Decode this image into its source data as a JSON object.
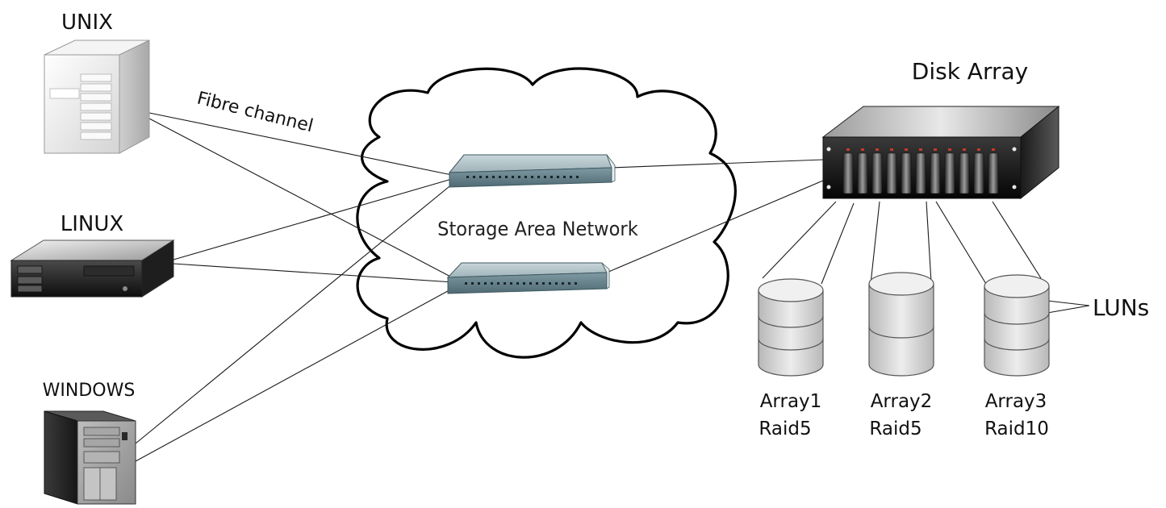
{
  "hosts": {
    "unix_label": "UNIX",
    "linux_label": "LINUX",
    "windows_label": "WINDOWS"
  },
  "connection_label": "Fibre channel",
  "network_label": "Storage Area Network",
  "storage": {
    "title": "Disk Array",
    "luns_label": "LUNs",
    "arrays": [
      {
        "name": "Array1",
        "raid": "Raid5"
      },
      {
        "name": "Array2",
        "raid": "Raid5"
      },
      {
        "name": "Array3",
        "raid": "Raid10"
      }
    ]
  }
}
